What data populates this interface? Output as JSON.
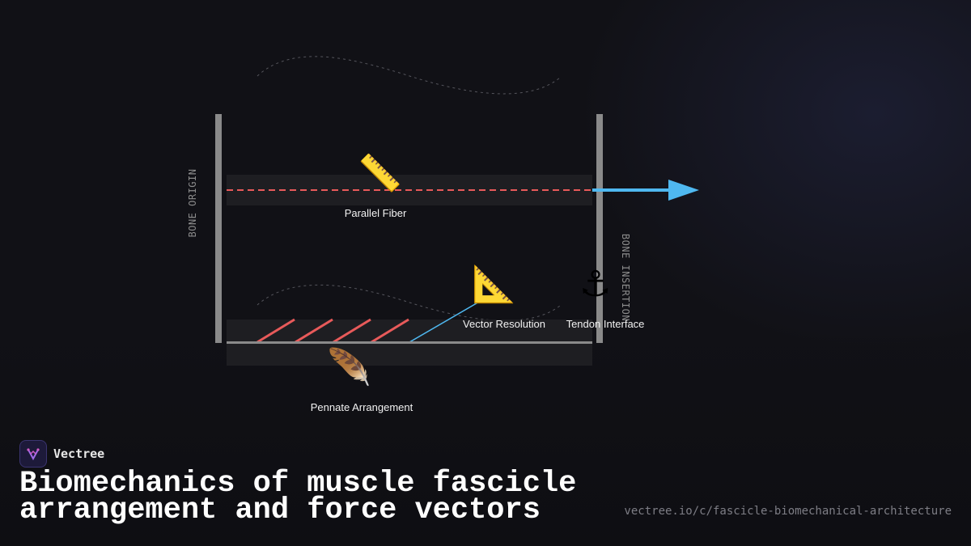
{
  "diagram": {
    "labels": {
      "bone_origin": "BONE ORIGIN",
      "bone_insertion": "BONE INSERTION",
      "parallel_fiber": "Parallel Fiber",
      "vector_resolution": "Vector Resolution",
      "tendon_interface": "Tendon Interface",
      "pennate_arrangement": "Pennate Arrangement"
    },
    "icons": {
      "ruler": "ruler-icon",
      "triangle_ruler": "triangle-ruler-icon",
      "anchor": "anchor-icon",
      "feather": "feather-icon"
    },
    "colors": {
      "fiber_red": "#e85a5a",
      "force_blue": "#4fb8f0",
      "bone_gray": "#8a8a8a",
      "band_fill": "#1e1e22"
    }
  },
  "brand": {
    "name": "Vectree",
    "logo": "vectree-logo-icon"
  },
  "title": "Biomechanics of muscle fascicle arrangement and force vectors",
  "url": "vectree.io/c/fascicle-biomechanical-architecture"
}
